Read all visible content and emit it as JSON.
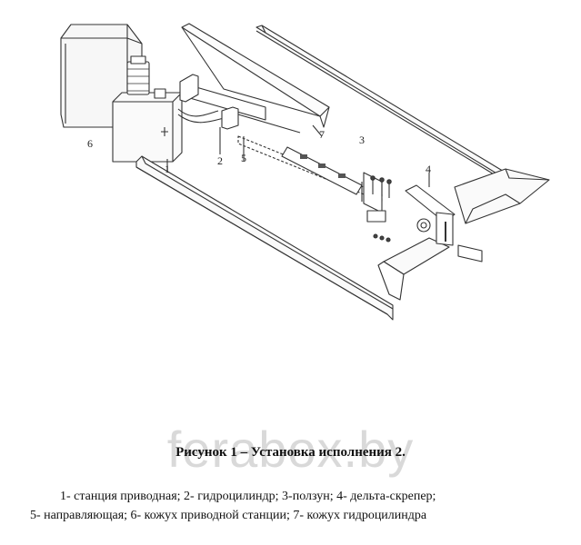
{
  "labels": {
    "n1": "1",
    "n2": "2",
    "n3": "3",
    "n4": "4",
    "n5": "5",
    "n6": "6",
    "n7": "7"
  },
  "watermark": "ferabox.by",
  "caption": "Рисунок 1 – Установка исполнения 2.",
  "legend": {
    "line1": "1- станция приводная; 2- гидроцилиндр; 3-ползун; 4- дельта-скрепер;",
    "line2": "5- направляющая; 6- кожух приводной станции; 7- кожух гидроцилиндра"
  }
}
